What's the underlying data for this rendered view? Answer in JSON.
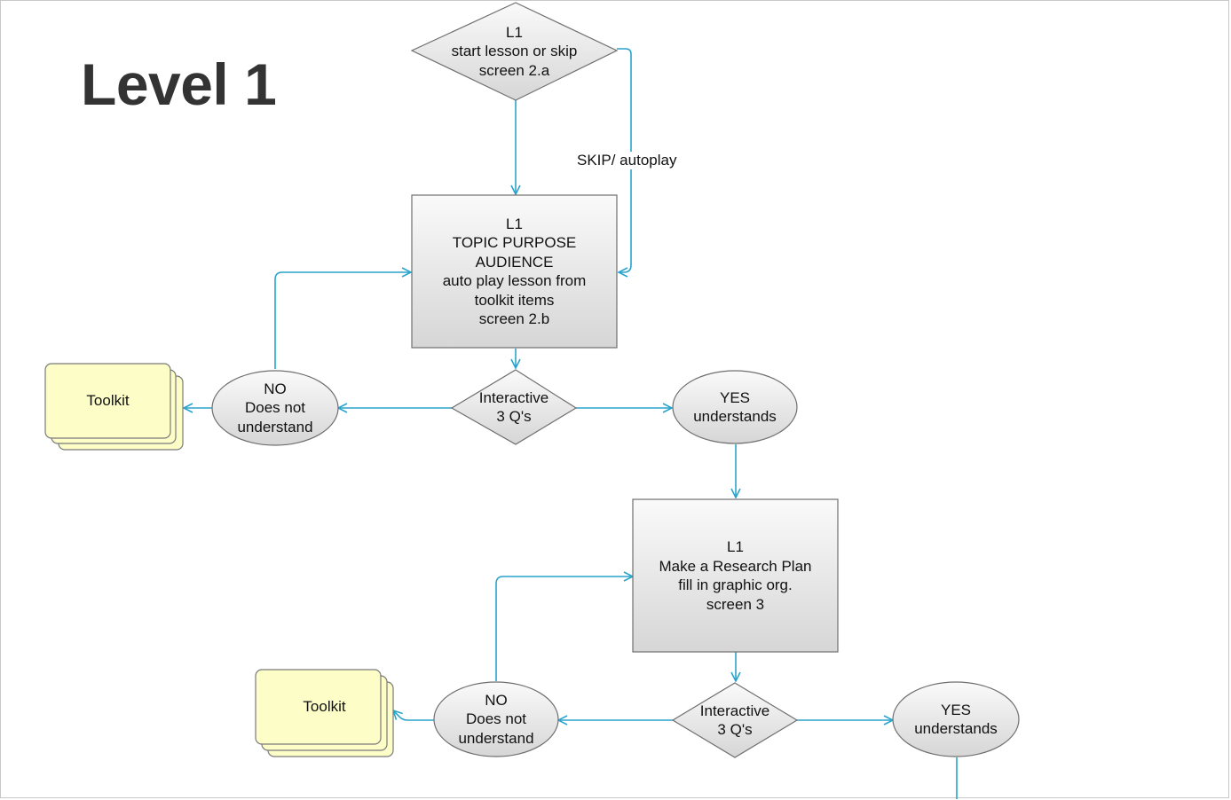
{
  "title": "Level 1",
  "nodes": {
    "start_decision": [
      "L1",
      "start lesson or skip",
      "screen 2.a"
    ],
    "topic_box": [
      "L1",
      "TOPIC PURPOSE",
      "AUDIENCE",
      "auto play lesson from",
      "toolkit items",
      "screen 2.b"
    ],
    "interactive_1": [
      "Interactive",
      "3 Q's"
    ],
    "no_1": [
      "NO",
      "Does not",
      "understand"
    ],
    "yes_1": [
      "YES",
      "understands"
    ],
    "toolkit_1": "Toolkit",
    "research_box": [
      "L1",
      "Make a Research Plan",
      "fill in graphic org.",
      "screen 3"
    ],
    "interactive_2": [
      "Interactive",
      "3 Q's"
    ],
    "no_2": [
      "NO",
      "Does not",
      "understand"
    ],
    "yes_2": [
      "YES",
      "understands"
    ],
    "toolkit_2": "Toolkit"
  },
  "edges": {
    "skip_label": "SKIP/ autoplay"
  },
  "colors": {
    "connector": "#2aa3cc",
    "shape_stroke": "#6f6f6f",
    "shape_fill_top": "#fafafa",
    "shape_fill_bottom": "#d6d6d6",
    "toolkit_fill": "#fdfdc8",
    "title": "#333333"
  }
}
